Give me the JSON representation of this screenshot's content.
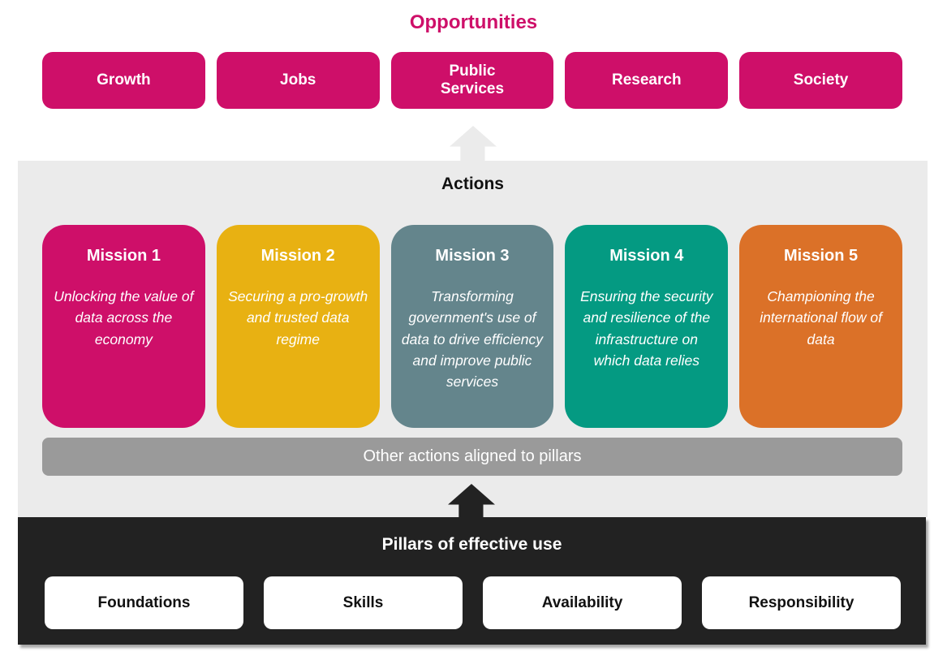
{
  "opportunities": {
    "title": "Opportunities",
    "items": [
      {
        "label": "Growth"
      },
      {
        "label": "Jobs"
      },
      {
        "label": "Public Services"
      },
      {
        "label": "Research"
      },
      {
        "label": "Society"
      }
    ]
  },
  "actions": {
    "title": "Actions",
    "missions": [
      {
        "title": "Mission 1",
        "description": "Unlocking the value of data across the economy",
        "color": "#CE0F69"
      },
      {
        "title": "Mission 2",
        "description": "Securing a pro-growth and trusted data regime",
        "color": "#E8B112"
      },
      {
        "title": "Mission 3",
        "description": "Transforming government's use of data to drive efficiency and improve public services",
        "color": "#64858C"
      },
      {
        "title": "Mission 4",
        "description": "Ensuring the security and resilience of the infrastructure on which data relies",
        "color": "#049A82"
      },
      {
        "title": "Mission 5",
        "description": "Championing the international flow of data",
        "color": "#DB7128"
      }
    ],
    "other_actions_label": "Other actions aligned to pillars"
  },
  "pillars": {
    "title": "Pillars of effective use",
    "items": [
      {
        "label": "Foundations"
      },
      {
        "label": "Skills"
      },
      {
        "label": "Availability"
      },
      {
        "label": "Responsibility"
      }
    ]
  },
  "colors": {
    "magenta": "#CE0F69",
    "yellow": "#E8B112",
    "slate": "#64858C",
    "teal": "#049A82",
    "orange": "#DB7128",
    "section_gray": "#EBEBEB",
    "bar_gray": "#9A9A9A",
    "section_black": "#222222",
    "white": "#FFFFFF"
  }
}
